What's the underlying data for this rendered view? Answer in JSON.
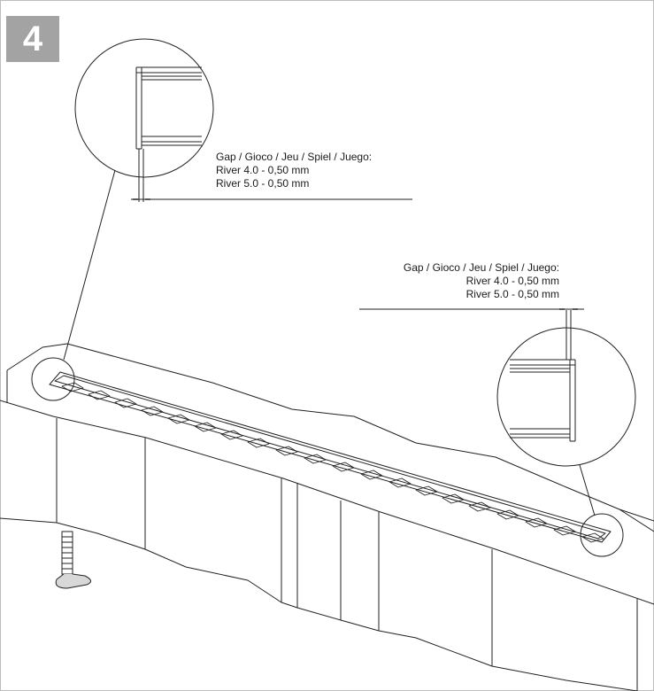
{
  "step": {
    "number": "4"
  },
  "callout_left": {
    "title": "Gap / Gioco / Jeu / Spiel / Juego:",
    "line1": "River 4.0 - 0,50 mm",
    "line2": "River 5.0 - 0,50 mm"
  },
  "callout_right": {
    "title": "Gap / Gioco / Jeu / Spiel / Juego:",
    "line1": "River 4.0 - 0,50 mm",
    "line2": "River 5.0 - 0,50 mm"
  },
  "colors": {
    "badge": "#a3a3a3",
    "line": "#222222"
  }
}
